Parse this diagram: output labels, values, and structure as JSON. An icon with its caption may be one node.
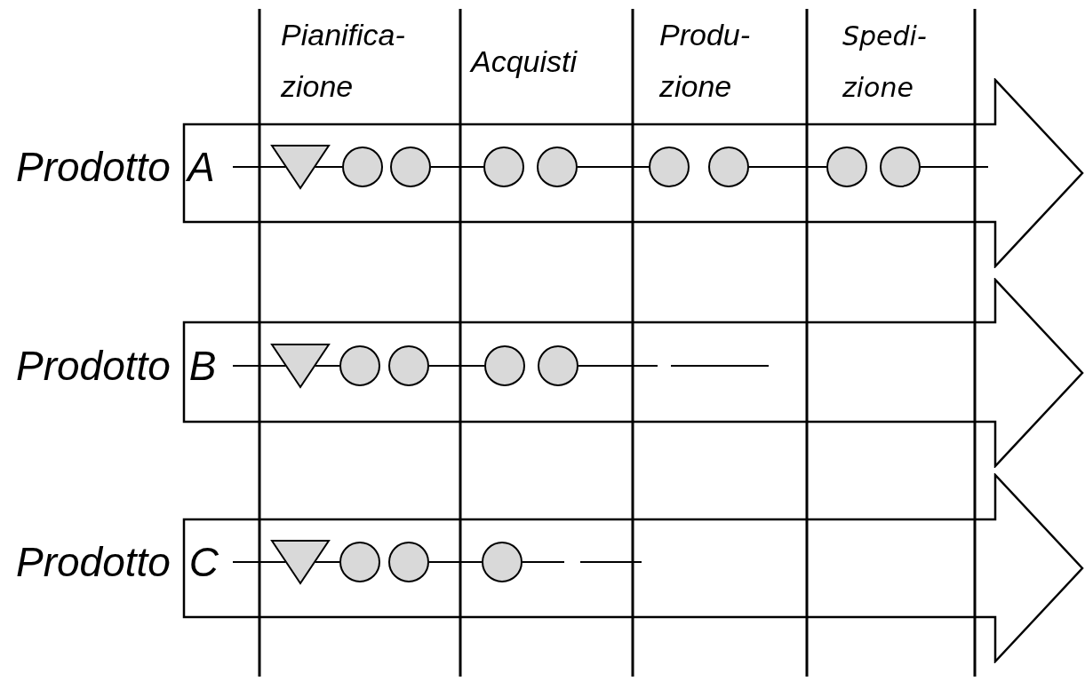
{
  "diagram": {
    "nodes": [
      {
        "text": [
          "Prodotto A"
        ]
      },
      {
        "text": [],
        "shape": "triangle",
        "in": 0
      },
      {
        "text": [],
        "shape": "circle",
        "in": 0
      },
      {
        "text": [],
        "shape": "circle",
        "in": 0
      },
      {
        "text": [],
        "shape": "circle",
        "in": 0
      },
      {
        "text": [],
        "shape": "circle",
        "in": 0
      },
      {
        "text": [],
        "shape": "circle",
        "in": 0
      },
      {
        "text": [],
        "shape": "circle",
        "in": 0
      },
      {
        "text": [],
        "shape": "circle",
        "in": 0
      },
      {
        "text": [],
        "shape": "circle",
        "in": 0
      },
      {
        "text": [
          "Prodotto B"
        ]
      },
      {
        "text": [],
        "shape": "triangle",
        "in": 10
      },
      {
        "text": [],
        "shape": "circle",
        "in": 10
      },
      {
        "text": [],
        "shape": "circle",
        "in": 10
      },
      {
        "text": [],
        "shape": "circle",
        "in": 10
      },
      {
        "text": [],
        "shape": "circle",
        "in": 10
      },
      {
        "text": [
          "Prodotto C"
        ]
      },
      {
        "text": [],
        "shape": "triangle",
        "in": 16
      },
      {
        "text": [],
        "shape": "circle",
        "in": 16
      },
      {
        "text": [],
        "shape": "circle",
        "in": 16
      },
      {
        "text": [],
        "shape": "circle",
        "in": 16
      }
    ],
    "edges": [
      {
        "from": null,
        "to": 1,
        "arrow": "none"
      },
      {
        "from": 1,
        "to": 2,
        "arrow": "none"
      },
      {
        "from": 3,
        "to": 4,
        "arrow": "none"
      },
      {
        "from": 5,
        "to": 6,
        "arrow": "none"
      },
      {
        "from": 7,
        "to": 8,
        "arrow": "none"
      },
      {
        "from": 9,
        "to": null,
        "arrow": "none"
      },
      {
        "from": null,
        "to": 11,
        "arrow": "none"
      },
      {
        "from": 11,
        "to": 12,
        "arrow": "none"
      },
      {
        "from": 13,
        "to": 14,
        "arrow": "none"
      },
      {
        "from": 15,
        "to": null,
        "arrow": "none",
        "style": "dashed"
      },
      {
        "from": null,
        "to": 17,
        "arrow": "none"
      },
      {
        "from": 17,
        "to": 18,
        "arrow": "none"
      },
      {
        "from": 19,
        "to": 20,
        "arrow": "none"
      },
      {
        "from": 20,
        "to": null,
        "arrow": "none",
        "style": "dashed"
      }
    ],
    "labels": [
      "Pianifica- zione",
      "Acquisti",
      "Produ- zione",
      "Spedi- zione"
    ]
  }
}
